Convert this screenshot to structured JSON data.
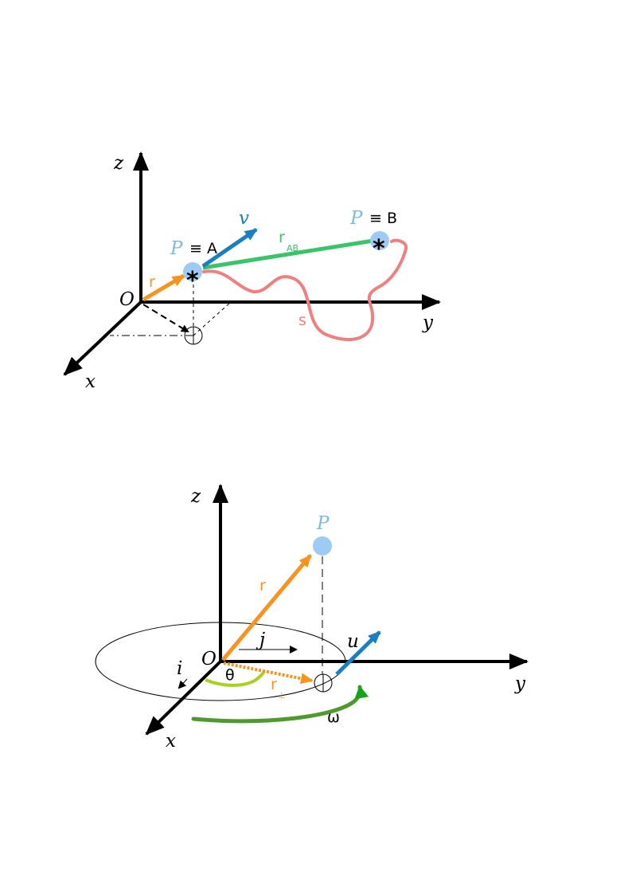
{
  "colors": {
    "axis": "#000000",
    "position": "#f7931e",
    "velocity": "#1a7fc1",
    "chord": "#3ac46a",
    "path": "#f08080",
    "point": "#9ecbf4",
    "point_label": "#7dbbe6",
    "angle_arc": "#a8d020",
    "rotation": "#4f9a2e",
    "rotation_head": "#17a317"
  },
  "diagram1": {
    "axis_z": "z",
    "axis_y": "y",
    "axis_x": "x",
    "origin": "O",
    "point_symbol": "P",
    "point_a_suffix": "≡ A",
    "point_b_suffix": "≡ B",
    "star_a": "*",
    "star_b": "*",
    "velocity": "v",
    "position": "r",
    "chord": "r",
    "chord_sub": "AB",
    "path": "s"
  },
  "diagram2": {
    "axis_z": "z",
    "axis_y": "y",
    "axis_x": "x",
    "origin": "O",
    "point_symbol": "P",
    "position": "r",
    "unit_j": "j",
    "unit_i": "i",
    "angle": "θ",
    "perp": "r",
    "perp_sub": "⊥",
    "axis_vector": "u",
    "angular": "ω"
  }
}
